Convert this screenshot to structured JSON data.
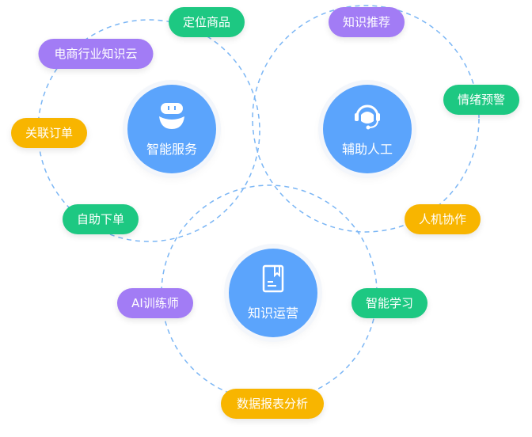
{
  "colors": {
    "node": "#5ba4fc",
    "green": "#1dc882",
    "purple": "#a27cf5",
    "yellow": "#f8b500",
    "ring": "#7bb6f5"
  },
  "nodes": [
    {
      "label": "智能服务",
      "icon": "robot-icon"
    },
    {
      "label": "辅助人工",
      "icon": "headset-agent-icon"
    },
    {
      "label": "知识运营",
      "icon": "book-icon"
    }
  ],
  "tags": [
    {
      "label": "定位商品",
      "color": "green"
    },
    {
      "label": "电商行业知识云",
      "color": "purple"
    },
    {
      "label": "关联订单",
      "color": "yellow"
    },
    {
      "label": "自助下单",
      "color": "green"
    },
    {
      "label": "知识推荐",
      "color": "purple"
    },
    {
      "label": "情绪预警",
      "color": "green"
    },
    {
      "label": "人机协作",
      "color": "yellow"
    },
    {
      "label": "AI训练师",
      "color": "purple"
    },
    {
      "label": "智能学习",
      "color": "green"
    },
    {
      "label": "数据报表分析",
      "color": "yellow"
    }
  ]
}
